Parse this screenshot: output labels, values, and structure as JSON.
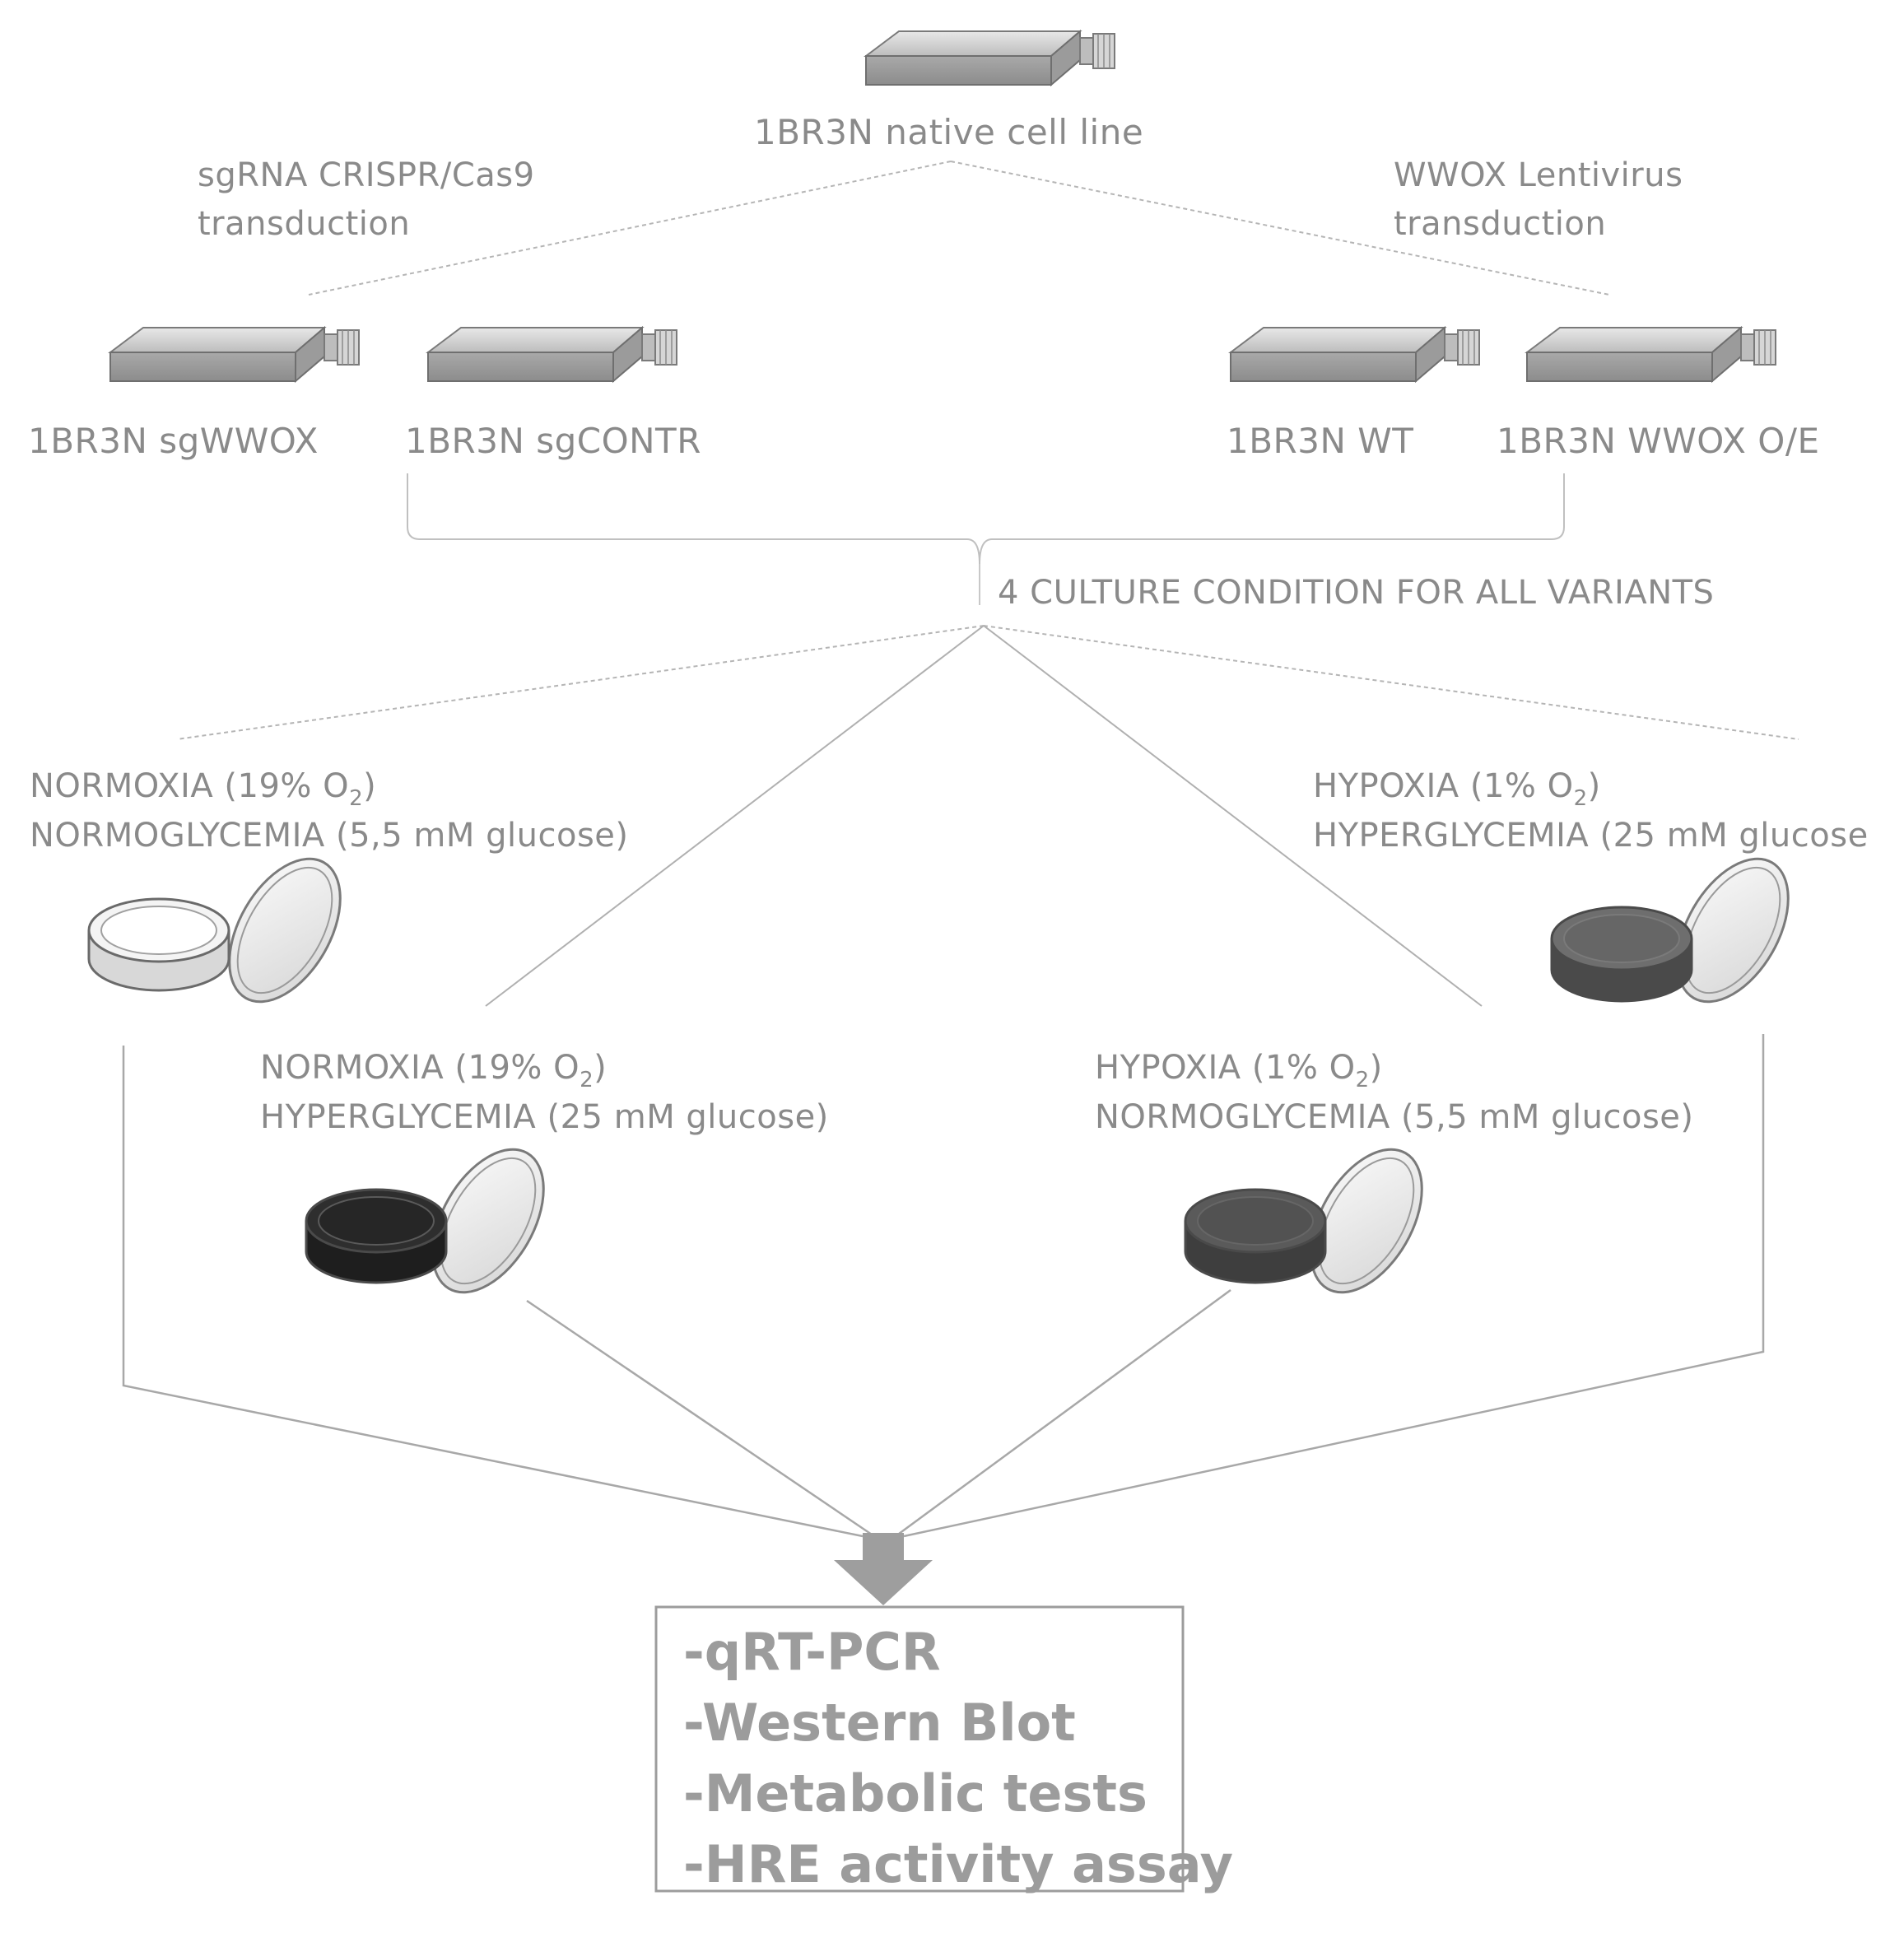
{
  "root": {
    "label": "1BR3N native cell line"
  },
  "branches": {
    "left": {
      "line1": "sgRNA CRISPR/Cas9",
      "line2": "transduction"
    },
    "right": {
      "line1": "WWOX Lentivirus",
      "line2": "transduction"
    }
  },
  "variants": [
    "1BR3N sgWWOX",
    "1BR3N sgCONTR",
    "1BR3N WT",
    "1BR3N WWOX O/E"
  ],
  "culture_note": "4 CULTURE CONDITION FOR ALL VARIANTS",
  "conditions": [
    {
      "oxygen": "NORMOXIA (19% O",
      "oxygen_sub": "2",
      "oxygen_end": ")",
      "glucose": "NORMOGLYCEMIA (5,5 mM glucose)"
    },
    {
      "oxygen": "NORMOXIA (19% O",
      "oxygen_sub": "2",
      "oxygen_end": ")",
      "glucose": "HYPERGLYCEMIA (25 mM glucose)"
    },
    {
      "oxygen": "HYPOXIA (1% O",
      "oxygen_sub": "2",
      "oxygen_end": ")",
      "glucose": "NORMOGLYCEMIA (5,5 mM glucose)"
    },
    {
      "oxygen": "HYPOXIA (1% O",
      "oxygen_sub": "2",
      "oxygen_end": ")",
      "glucose": "HYPERGLYCEMIA (25 mM glucose"
    }
  ],
  "outputs": [
    "-qRT-PCR",
    "-Western Blot",
    "-Metabolic tests",
    "-HRE activity assay"
  ],
  "colors": {
    "line": "#a8a8a8",
    "text": "#8a8a8a",
    "flask": "#9a9a9a",
    "dish_normo": "#f4f4f4",
    "dish_hyper": "#2e2e2e",
    "dish_hypo": "#5a5a5a",
    "dish_hypo_hyper": "#6e6e6e",
    "arrow": "#9e9e9e"
  }
}
